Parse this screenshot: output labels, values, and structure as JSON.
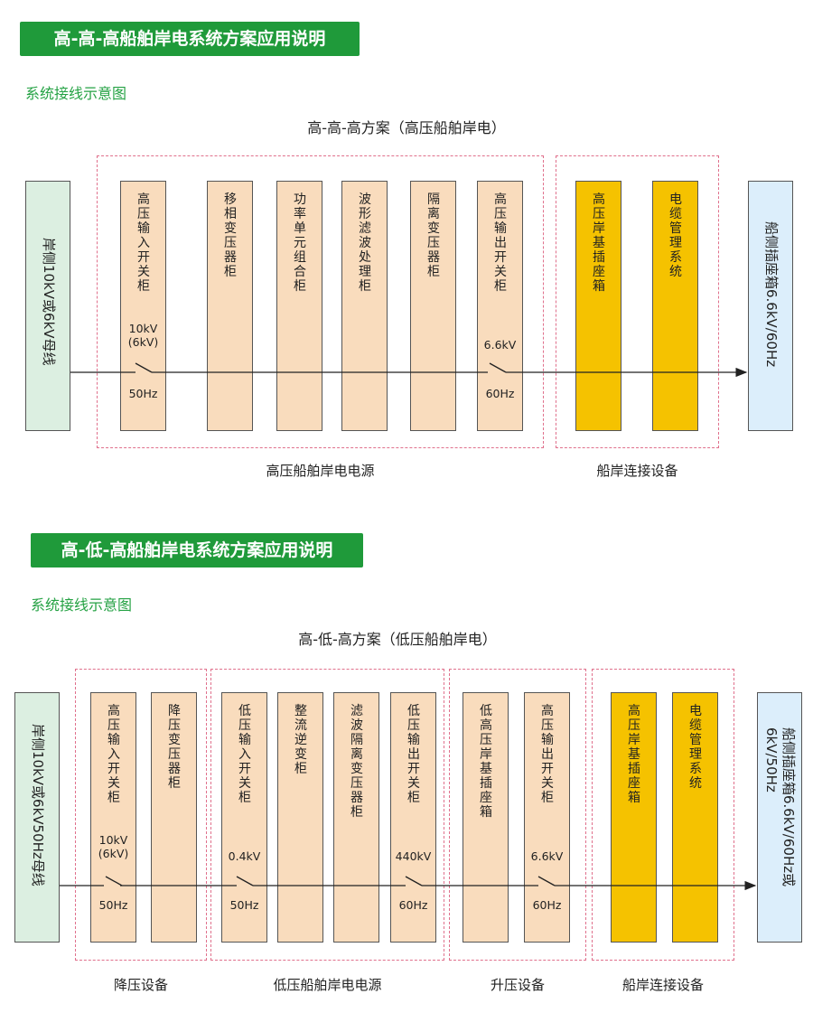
{
  "section1": {
    "header": "高-高-高船舶岸电系统方案应用说明",
    "subheading": "系统接线示意图",
    "title": "高-高-高方案（高压船舶岸电）",
    "source": "岸侧10kV或6kV母线",
    "target": "船侧插座箱6.6kV/60Hz",
    "cabinets": [
      "高压输入开关柜",
      "移相变压器柜",
      "功率单元组合柜",
      "波形滤波处理柜",
      "隔离变压器柜",
      "高压输出开关柜"
    ],
    "yellow": [
      "高压岸基插座箱",
      "电缆管理系统"
    ],
    "switch_in_top": "10kV\n(6kV)",
    "switch_in_bottom": "50Hz",
    "switch_out_top": "6.6kV",
    "switch_out_bottom": "60Hz",
    "group1_label": "高压船舶岸电电源",
    "group2_label": "船岸连接设备"
  },
  "section2": {
    "header": "高-低-高船舶岸电系统方案应用说明",
    "subheading": "系统接线示意图",
    "title": "高-低-高方案（低压船舶岸电）",
    "source": "岸侧10kV或6kV50Hz母线",
    "target_line1": "船侧插座箱6.6kV/60Hz或",
    "target_line2": "6kV/50Hz",
    "cabinets": [
      "高压输入开关柜",
      "降压变压器柜",
      "低压输入开关柜",
      "整流逆变柜",
      "滤波隔离变压器柜",
      "低压输出开关柜",
      "低高压岸基插座箱",
      "高压输出开关柜"
    ],
    "yellow": [
      "高压岸基插座箱",
      "电缆管理系统"
    ],
    "sw1_top": "10kV\n(6kV)",
    "sw1_bottom": "50Hz",
    "sw2_top": "0.4kV",
    "sw2_bottom": "50Hz",
    "sw3_top": "440kV",
    "sw3_bottom": "60Hz",
    "sw4_top": "6.6kV",
    "sw4_bottom": "60Hz",
    "groups": [
      "降压设备",
      "低压船舶岸电电源",
      "升压设备",
      "船岸连接设备"
    ]
  }
}
